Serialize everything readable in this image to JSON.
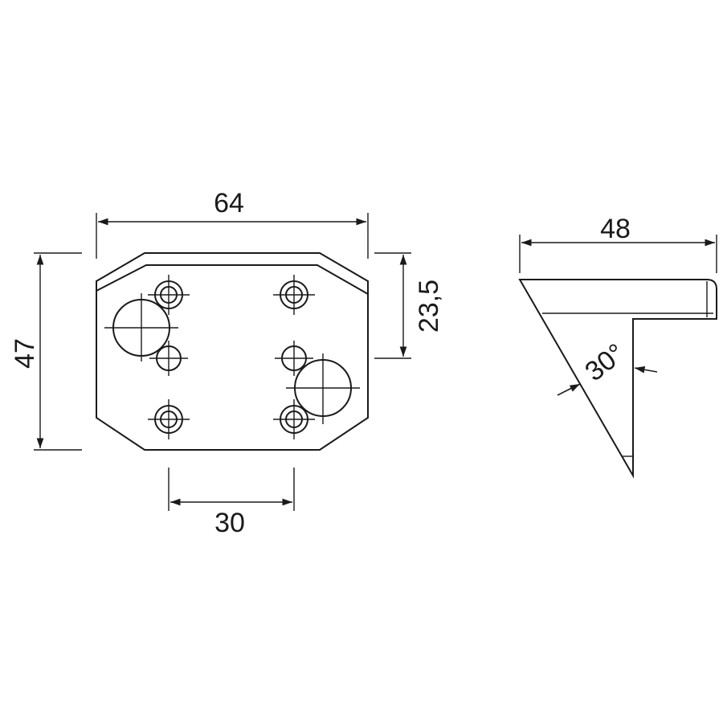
{
  "drawing": {
    "dimensions": {
      "width_top": "64",
      "height_left": "47",
      "hole_spacing_vertical": "23,5",
      "hole_spacing_horizontal": "30",
      "side_width": "48",
      "angle": "30°"
    },
    "colors": {
      "line": "#1a1a1a",
      "background": "#ffffff"
    }
  }
}
